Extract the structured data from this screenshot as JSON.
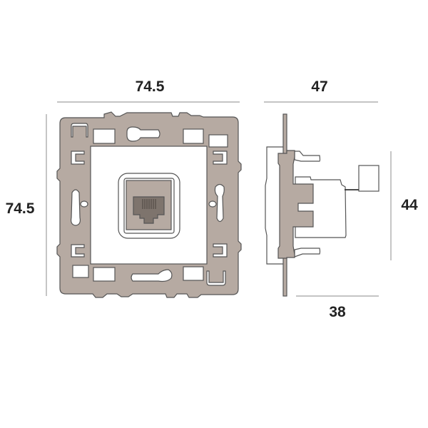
{
  "dimensions": {
    "front_width": "74.5",
    "front_height": "74.5",
    "side_depth_total": "47",
    "side_height": "44",
    "side_depth_body": "38"
  },
  "colors": {
    "frame": "#b6aaa2",
    "outline": "#555555",
    "dim_line": "#9a9a9a",
    "jack": "#8f857e"
  }
}
